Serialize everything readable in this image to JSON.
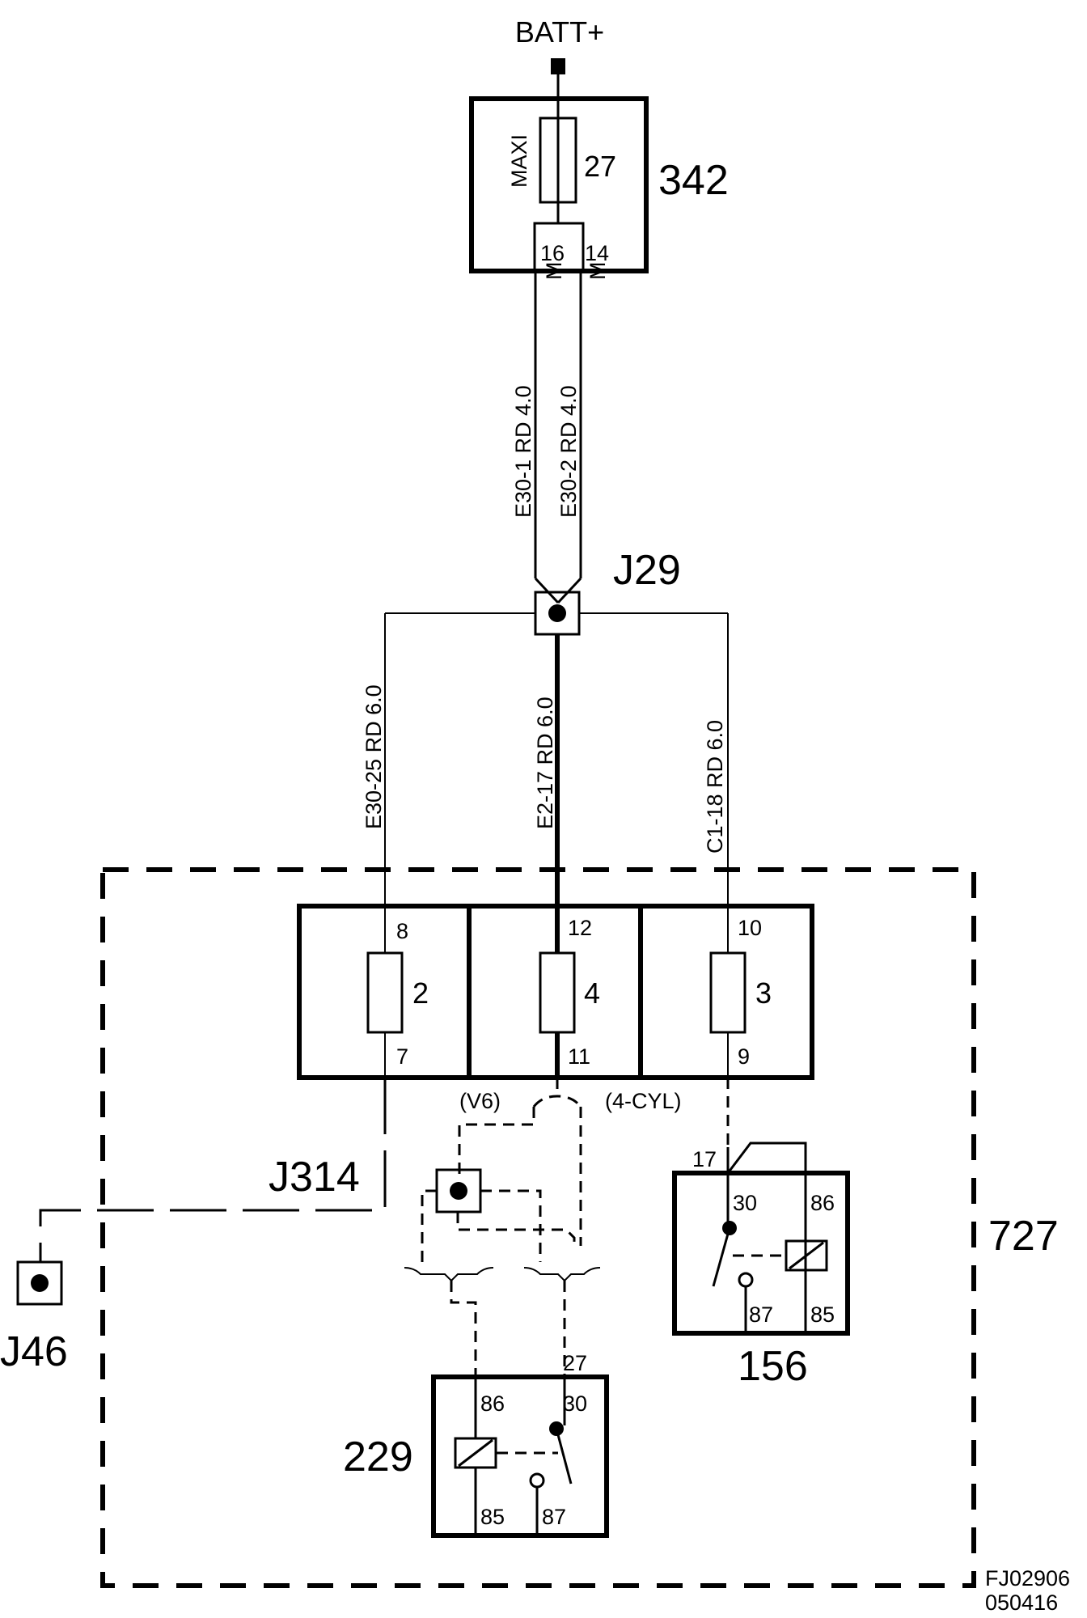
{
  "supply_label": "BATT+",
  "maxi_block": {
    "ref": "342",
    "fuse_type": "MAXI",
    "fuse_number": "27",
    "pin_left": "16",
    "pin_right": "14",
    "conn_left": "M",
    "conn_right": "M"
  },
  "wires_top": [
    {
      "label": "E30-1  RD  4.0"
    },
    {
      "label": "E30-2  RD  4.0"
    }
  ],
  "junction_main": "J29",
  "wires_mid": [
    {
      "label": "E30-25  RD  6.0"
    },
    {
      "label": "E2-17  RD  6.0"
    },
    {
      "label": "C1-18       RD  6.0"
    }
  ],
  "fuse_box": {
    "ref": "727",
    "fuses": [
      {
        "number": "2",
        "pin_top": "8",
        "pin_bottom": "7"
      },
      {
        "number": "4",
        "pin_top": "12",
        "pin_bottom": "11"
      },
      {
        "number": "3",
        "pin_top": "10",
        "pin_bottom": "9"
      }
    ]
  },
  "variants": {
    "left": "(V6)",
    "right": "(4-CYL)"
  },
  "junction_left": "J314",
  "junction_ground": "J46",
  "relay_156": {
    "ref": "156",
    "pin_in": "17",
    "pin_30": "30",
    "pin_86": "86",
    "pin_87": "87",
    "pin_85": "85"
  },
  "relay_229": {
    "ref": "229",
    "pin_in": "27",
    "pin_86": "86",
    "pin_30": "30",
    "pin_85": "85",
    "pin_87": "87"
  },
  "figure_code": {
    "line1": "FJ02906",
    "line2": "050416"
  }
}
